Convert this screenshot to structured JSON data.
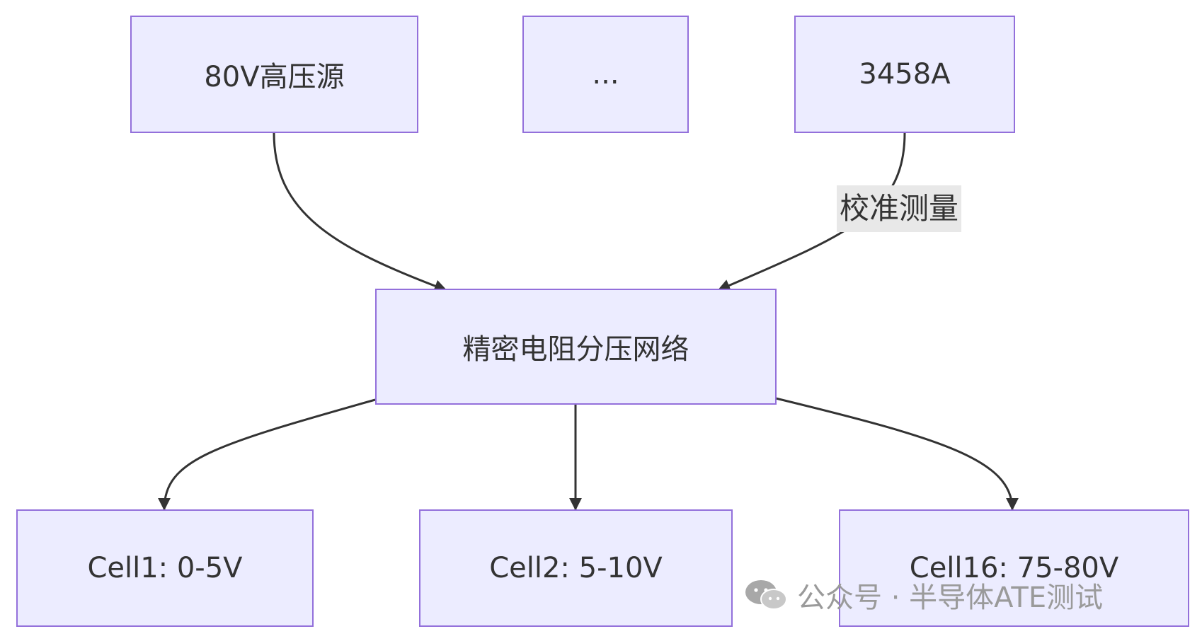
{
  "nodes": {
    "source_80v": "80V高压源",
    "ellipsis": "...",
    "meter_3458a": "3458A",
    "divider": "精密电阻分压网络",
    "cell1": "Cell1: 0-5V",
    "cell2": "Cell2: 5-10V",
    "cell16": "Cell16: 75-80V"
  },
  "edge_labels": {
    "calibration": "校准测量"
  },
  "watermark": {
    "text": "公众号 · 半导体ATE测试",
    "icon": "wechat-icon"
  },
  "colors": {
    "node_fill": "#ececff",
    "node_border": "#9370db",
    "edge": "#333333",
    "label_bg": "#e8e8e8"
  }
}
